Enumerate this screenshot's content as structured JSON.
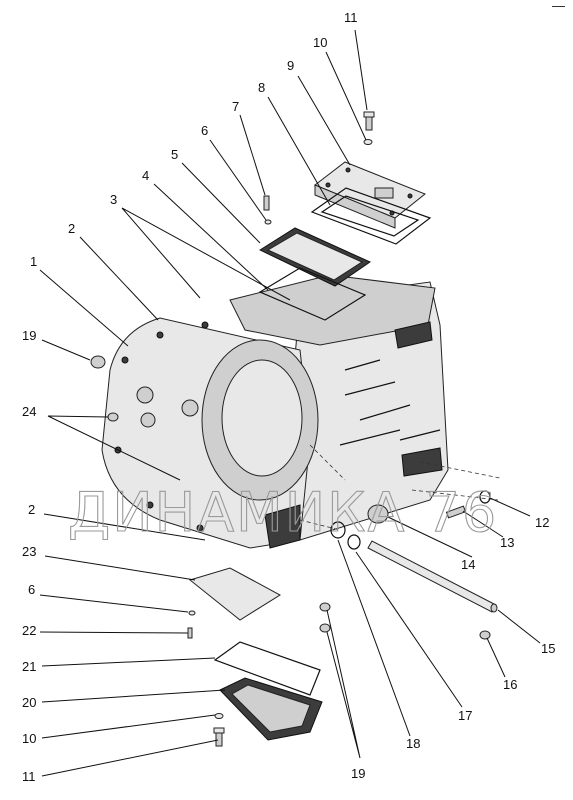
{
  "diagram": {
    "corner_mark": "—",
    "watermark": "ДИНАМИКА 76",
    "callouts": [
      "1",
      "2",
      "3",
      "4",
      "5",
      "6",
      "7",
      "8",
      "9",
      "10",
      "11",
      "2",
      "12",
      "13",
      "14",
      "15",
      "16",
      "17",
      "18",
      "19",
      "19",
      "20",
      "21",
      "22",
      "23",
      "24",
      "6",
      "10",
      "11"
    ]
  }
}
